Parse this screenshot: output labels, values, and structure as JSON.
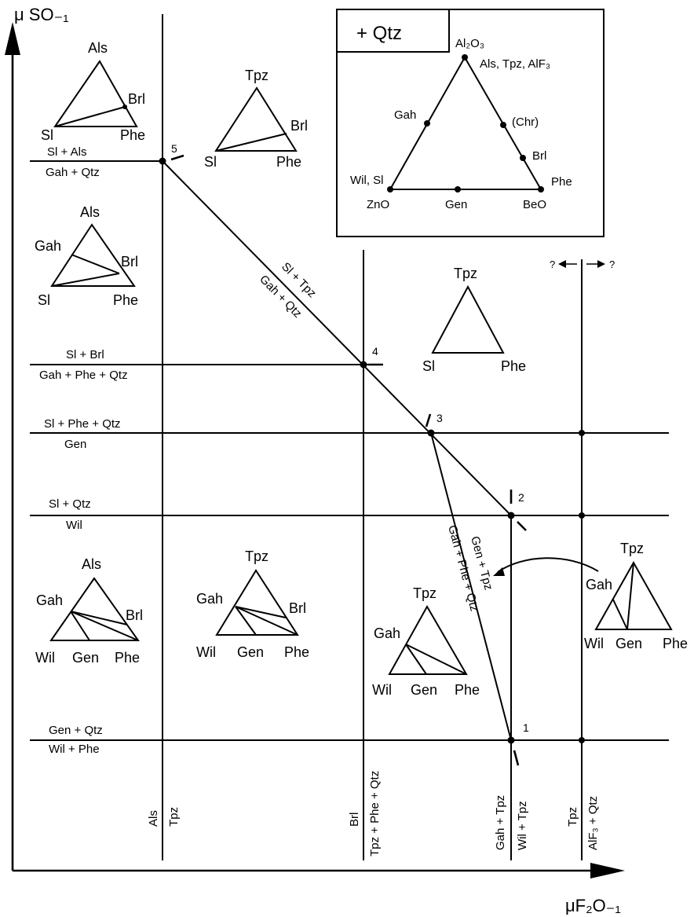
{
  "axes": {
    "y_label": "μ SO₋₁",
    "x_label": "μF₂O₋₁"
  },
  "points": [
    "1",
    "2",
    "3",
    "4",
    "5"
  ],
  "field_labels": {
    "sl_als": "Sl + Als",
    "gah_qtz_top": "Gah + Qtz",
    "sl_brl": "Sl + Brl",
    "gah_phe_qtz_left": "Gah + Phe + Qtz",
    "sl_phe_qtz": "Sl + Phe + Qtz",
    "gen": "Gen",
    "sl_qtz": "Sl + Qtz",
    "wil": "Wil",
    "gen_qtz": "Gen + Qtz",
    "wil_phe": "Wil + Phe",
    "diag_upper": "Sl + Tpz",
    "diag_lower": "Gah + Qtz",
    "steep_upper": "Gen + Tpz",
    "steep_lower": "Gah + Phe + Qtz",
    "v_als": "Als",
    "v_tpz1": "Tpz",
    "v_brl": "Brl",
    "v_tpz_phe_qtz": "Tpz + Phe + Qtz",
    "v_gah_tpz": "Gah + Tpz",
    "v_wil_tpz": "Wil + Tpz",
    "v_tpz2": "Tpz",
    "v_alf3_qtz": "AlF₃ + Qtz",
    "q_left": "?",
    "q_right": "?"
  },
  "triangles": {
    "t1": {
      "apex": "Als",
      "left": "Sl",
      "right": "Phe",
      "side": "Brl"
    },
    "t2": {
      "apex": "Tpz",
      "left": "Sl",
      "right": "Phe",
      "side": "Brl"
    },
    "t3": {
      "apex": "Als",
      "left": "Sl",
      "right": "Phe",
      "side_left": "Gah",
      "side_right": "Brl"
    },
    "t4": {
      "apex": "Tpz",
      "left": "Sl",
      "right": "Phe"
    },
    "t5": {
      "apex": "Als",
      "left": "Wil",
      "mid": "Gen",
      "right": "Phe",
      "side_left": "Gah",
      "side_right": "Brl"
    },
    "t6": {
      "apex": "Tpz",
      "left": "Wil",
      "mid": "Gen",
      "right": "Phe",
      "side_left": "Gah",
      "side_right": "Brl"
    },
    "t7": {
      "apex": "Tpz",
      "left": "Wil",
      "mid": "Gen",
      "right": "Phe",
      "side_left": "Gah"
    },
    "t8": {
      "apex": "Tpz",
      "left": "Wil",
      "mid": "Gen",
      "right": "Phe",
      "side_left": "Gah"
    }
  },
  "inset": {
    "title": "+ Qtz",
    "apex": "Al₂O₃",
    "apex_note": "Als, Tpz, AlF₃",
    "gah": "Gah",
    "chr": "(Chr)",
    "brl": "Brl",
    "phe": "Phe",
    "wil_sl": "Wil, Sl",
    "zno": "ZnO",
    "gen": "Gen",
    "beo": "BeO"
  }
}
